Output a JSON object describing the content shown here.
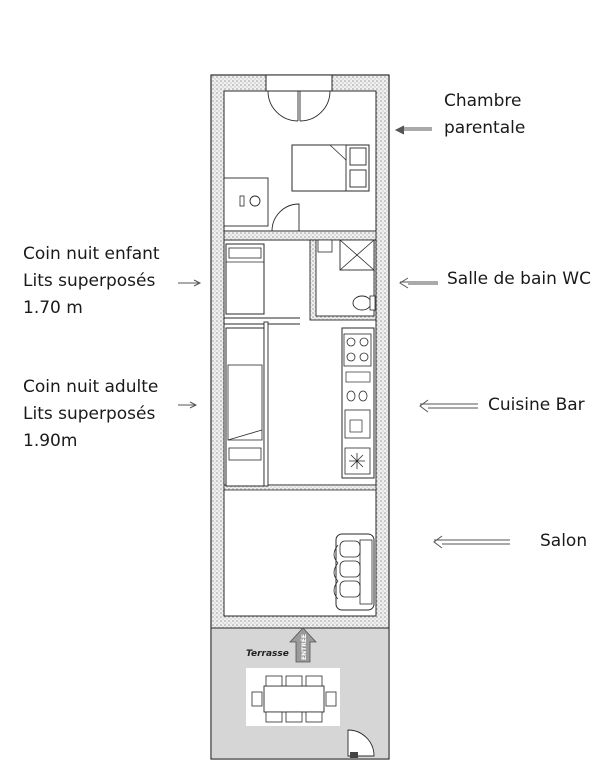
{
  "labels": {
    "chambre": [
      "Chambre",
      "parentale"
    ],
    "coin_enfant": [
      "Coin nuit enfant",
      "Lits superposés",
      "1.70 m"
    ],
    "coin_adulte": [
      "Coin nuit adulte",
      "Lits superposés",
      "1.90m"
    ],
    "salle_de_bain": "Salle de bain WC",
    "cuisine": "Cuisine Bar",
    "salon": "Salon",
    "terrasse": "Terrasse",
    "entree": "ENTRÉE"
  },
  "colors": {
    "wall_hatch": "#b8b8b8",
    "line": "#2a2a2a",
    "terrace_fill": "#d6d6d6",
    "arrow": "#555555"
  }
}
